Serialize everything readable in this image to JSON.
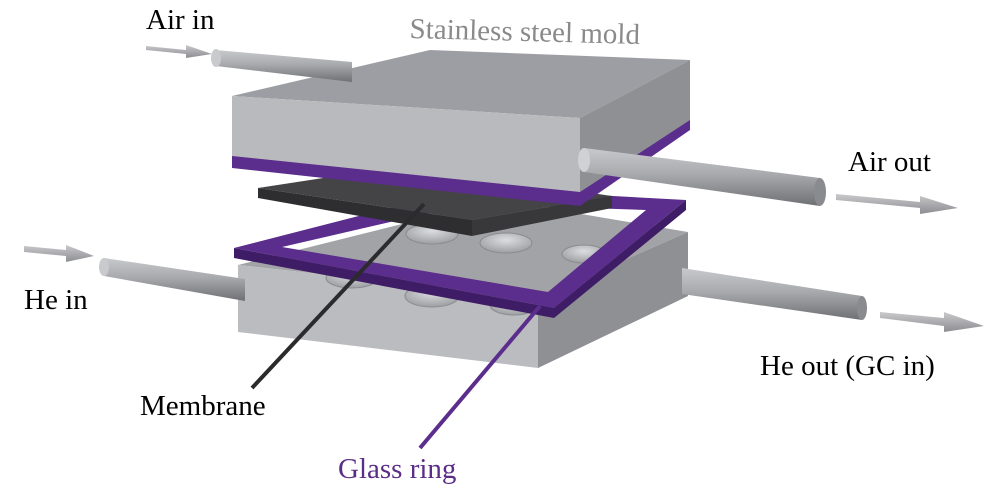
{
  "labels": {
    "air_in": "Air in",
    "mold": "Stainless steel mold",
    "air_out": "Air out",
    "he_in": "He in",
    "he_out": "He out (GC in)",
    "membrane": "Membrane",
    "glass_ring": "Glass ring"
  },
  "colors": {
    "steel_top": "#9d9ea3",
    "steel_front": "#b9babd",
    "steel_side": "#8f9094",
    "glass_ring": "#5b2d8c",
    "membrane": "#3a3a3c",
    "pipe": "#a6a7aa",
    "mold_label": "#8a8a8a",
    "glass_label": "#5a2d86"
  }
}
